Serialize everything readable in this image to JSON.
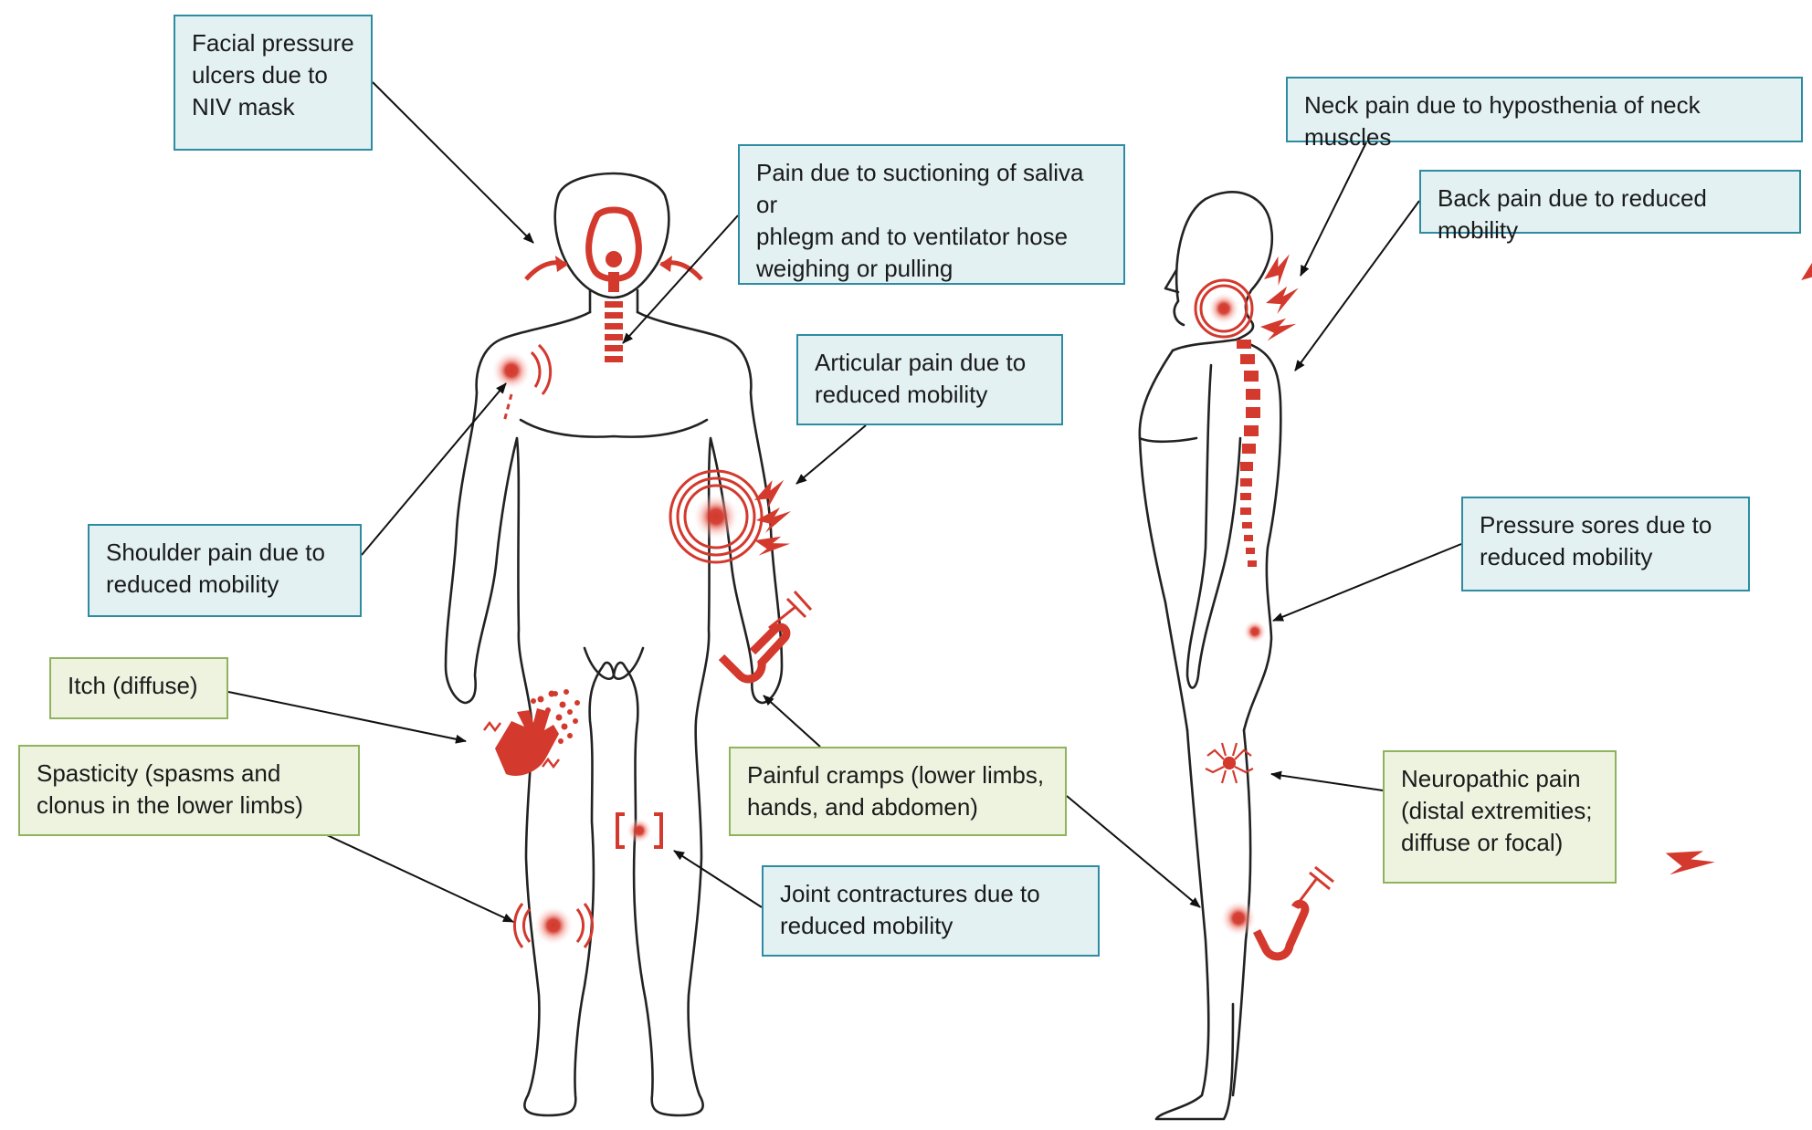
{
  "colors": {
    "blue_box_fill": "#e3f1f3",
    "blue_box_border": "#2d8ca2",
    "green_box_fill": "#eef3e0",
    "green_box_border": "#8fb35c",
    "symptom_red": "#d3392d",
    "outline": "#222222"
  },
  "labels": {
    "facial_pressure": [
      "Facial pressure",
      "ulcers due to",
      "NIV mask"
    ],
    "suctioning": [
      "Pain due to suctioning of saliva or",
      "phlegm and to ventilator hose",
      "weighing or pulling"
    ],
    "neck_pain": [
      "Neck pain due to hyposthenia of neck muscles"
    ],
    "back_pain": [
      "Back pain due to reduced mobility"
    ],
    "articular": [
      "Articular pain due to",
      "reduced mobility"
    ],
    "shoulder": [
      "Shoulder pain due to",
      "reduced mobility"
    ],
    "pressure_sores": [
      "Pressure sores due to",
      "reduced mobility"
    ],
    "itch": [
      "Itch (diffuse)"
    ],
    "spasticity": [
      "Spasticity (spasms and",
      "clonus in the lower limbs)"
    ],
    "cramps": [
      "Painful cramps (lower limbs,",
      "hands, and abdomen)"
    ],
    "joint_contractures": [
      "Joint contractures due to",
      "reduced mobility"
    ],
    "neuropathic": [
      "Neuropathic pain",
      "(distal extremities;",
      "diffuse or focal)"
    ]
  }
}
